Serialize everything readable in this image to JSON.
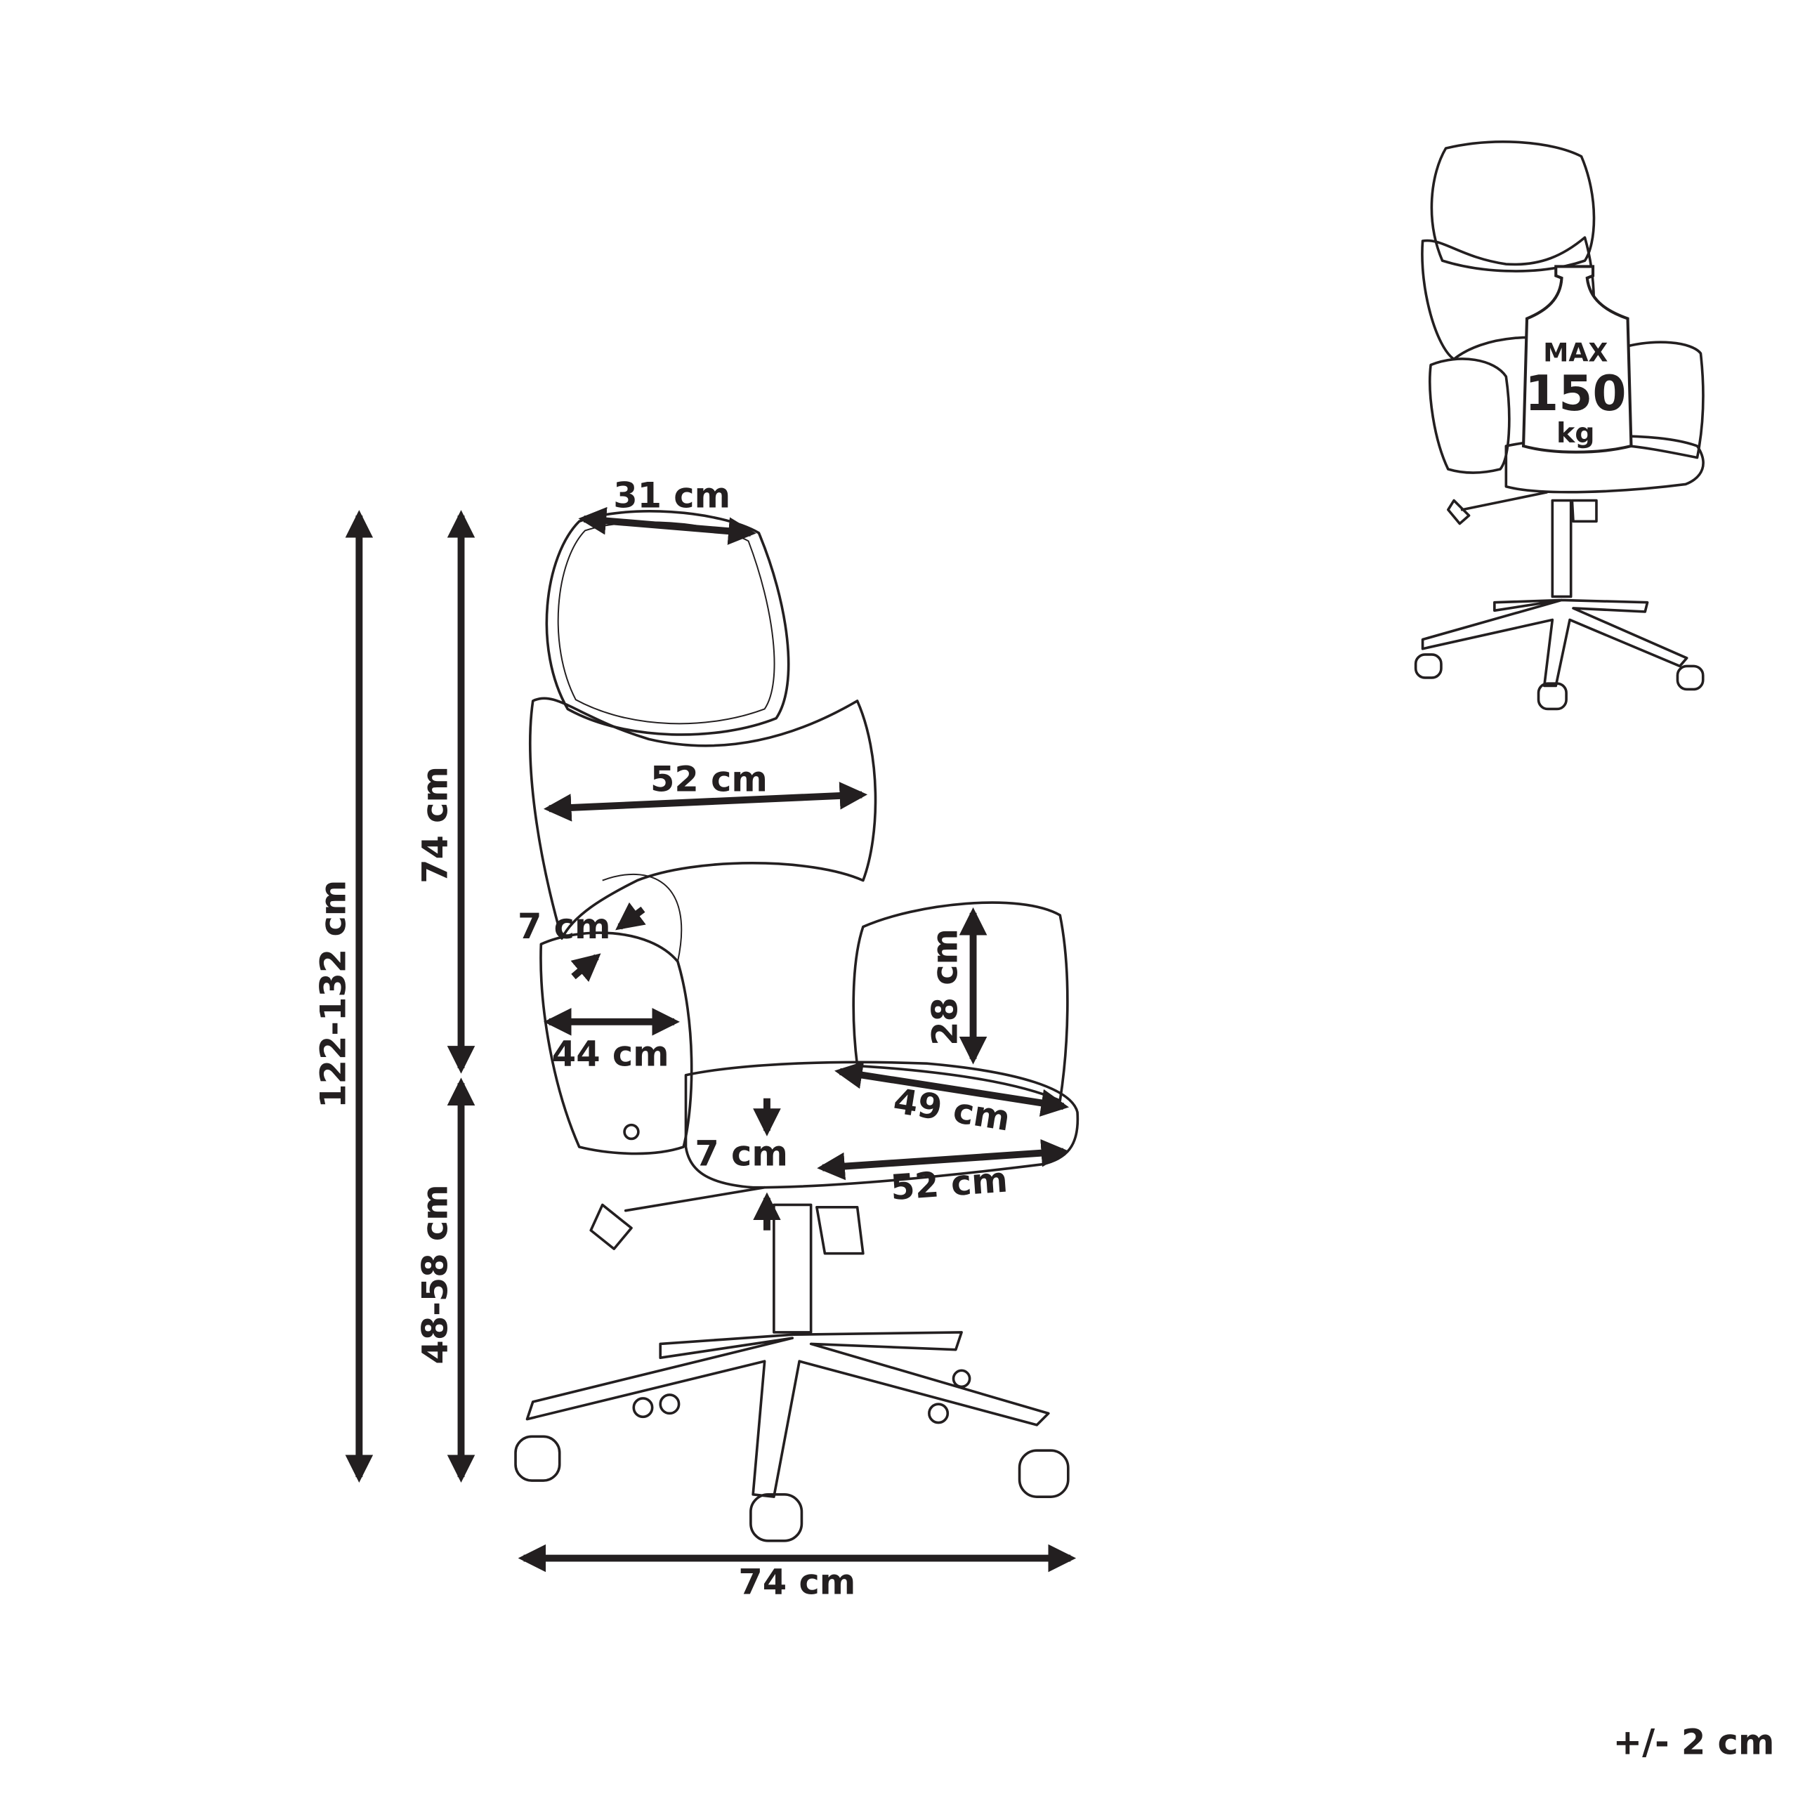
{
  "dimensions": {
    "total_height": "122-132 cm",
    "backrest_height": "74 cm",
    "seat_height": "48-58 cm",
    "base_width": "74 cm",
    "headrest_width": "31 cm",
    "backrest_width": "52 cm",
    "armrest_thickness": "7 cm",
    "armrest_width": "44 cm",
    "armrest_height": "28 cm",
    "seat_depth": "49 cm",
    "seat_thickness": "7 cm",
    "seat_width": "52 cm"
  },
  "max_load": {
    "line1": "MAX",
    "line2": "150",
    "line3": "kg"
  },
  "tolerance": "+/- 2 cm",
  "colors": {
    "line": "#231f20",
    "background": "#ffffff"
  }
}
